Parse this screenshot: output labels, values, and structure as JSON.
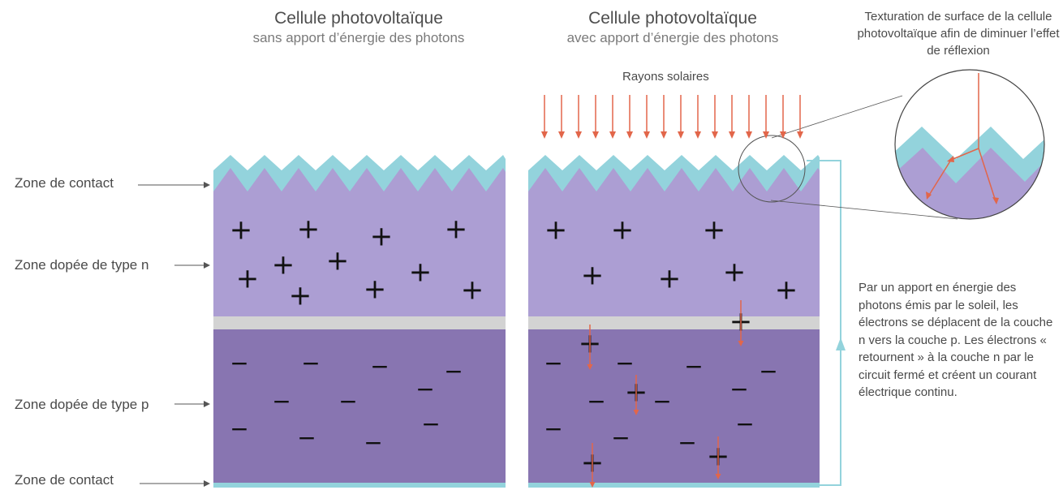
{
  "titles": {
    "left": {
      "main": "Cellule photovoltaïque",
      "sub": "sans apport d’énergie des photons"
    },
    "right": {
      "main": "Cellule photovoltaïque",
      "sub": "avec apport d’énergie des photons"
    }
  },
  "labels": {
    "contact_top": "Zone de contact",
    "type_n": "Zone dopée de type n",
    "type_p": "Zone dopée de type p",
    "contact_bottom": "Zone de contact"
  },
  "rays_label": "Rayons solaires",
  "texture_note": "Texturation de surface de la cellule photovoltaïque afin de diminuer l’effet de réflexion",
  "explanation": "Par un apport en énergie des photons émis par le soleil, les électrons se déplacent de la couche n vers la couche p. Les électrons « retournent » à la couche n par le circuit fermé et créent un courant électrique continu.",
  "symbols": {
    "plus": "+",
    "minus": "−"
  },
  "colors": {
    "contact": "#93d3dc",
    "n_layer": "#ac9ed3",
    "junction": "#d3d3d3",
    "p_layer": "#8875b1",
    "arrow": "#e2664a",
    "circuit": "#93d3dc"
  }
}
